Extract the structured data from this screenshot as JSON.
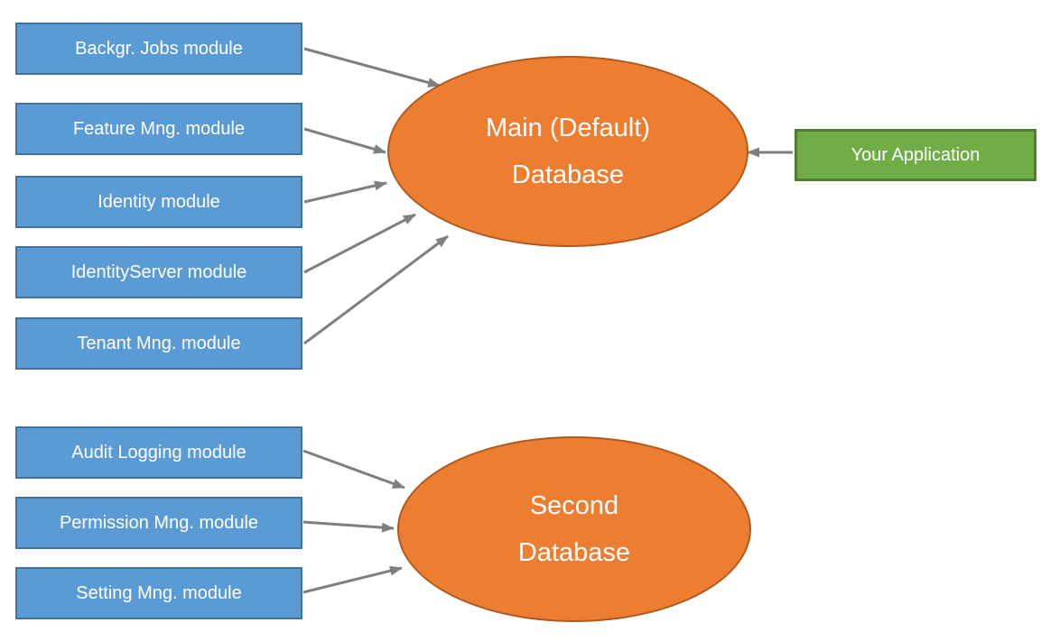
{
  "diagram": {
    "colors": {
      "background": "#FFFFFF",
      "module_fill": "#5B9BD5",
      "module_border": "#41719C",
      "database_fill": "#ED7D31",
      "database_border": "#AE5A21",
      "application_fill": "#70AD47",
      "application_border": "#507E32",
      "arrow": "#7F7F7F",
      "text": "#FFFFFF"
    },
    "main_modules": [
      {
        "label": "Backgr. Jobs module"
      },
      {
        "label": "Feature Mng. module"
      },
      {
        "label": "Identity module"
      },
      {
        "label": "IdentityServer module"
      },
      {
        "label": "Tenant Mng. module"
      }
    ],
    "second_modules": [
      {
        "label": "Audit Logging module"
      },
      {
        "label": "Permission Mng. module"
      },
      {
        "label": "Setting Mng. module"
      }
    ],
    "main_database": {
      "label_line1": "Main (Default)",
      "label_line2": "Database"
    },
    "second_database": {
      "label_line1": "Second",
      "label_line2": "Database"
    },
    "application": {
      "label": "Your Application"
    }
  }
}
